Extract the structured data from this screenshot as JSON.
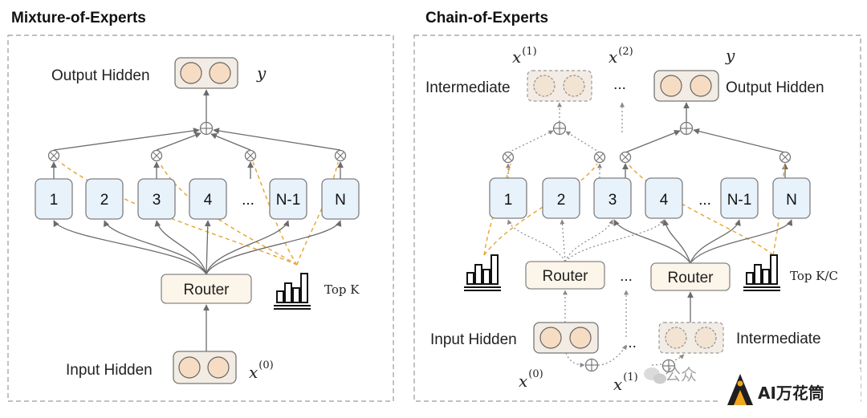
{
  "moe": {
    "title": "Mixture-of-Experts",
    "output_label": "Output Hidden",
    "output_var": "y",
    "experts": [
      "1",
      "2",
      "3",
      "4",
      "...",
      "N-1",
      "N"
    ],
    "router_label": "Router",
    "topk_label": "Top K",
    "input_label": "Input Hidden",
    "input_var": "x",
    "input_sup": "(0)"
  },
  "coe": {
    "title": "Chain-of-Experts",
    "x1_var": "x",
    "x1_sup": "(1)",
    "x2_var": "x",
    "x2_sup": "(2)",
    "y_var": "y",
    "intermediate_top_label": "Intermediate",
    "top_dots": "...",
    "output_label": "Output Hidden",
    "experts": [
      "1",
      "2",
      "3",
      "4",
      "...",
      "N-1",
      "N"
    ],
    "router1_label": "Router",
    "router_dots": "...",
    "router2_label": "Router",
    "topk_label": "Top K/C",
    "input_label": "Input Hidden",
    "bottom_dots": "...",
    "intermediate_bottom_label": "Intermediate",
    "x0_var": "x",
    "x0_sup": "(0)",
    "x1b_var": "x",
    "x1b_sup": "(1)"
  },
  "watermark": {
    "wechat_text": "公众",
    "brand_text": "AI万花筒"
  },
  "colors": {
    "expert_fill": "#e8f2fb",
    "router_fill": "#fcf5e9",
    "hidden_fill": "#f3ece4",
    "dashed_orange": "#e8a93a",
    "arrow_gray": "#6b6b6b"
  }
}
